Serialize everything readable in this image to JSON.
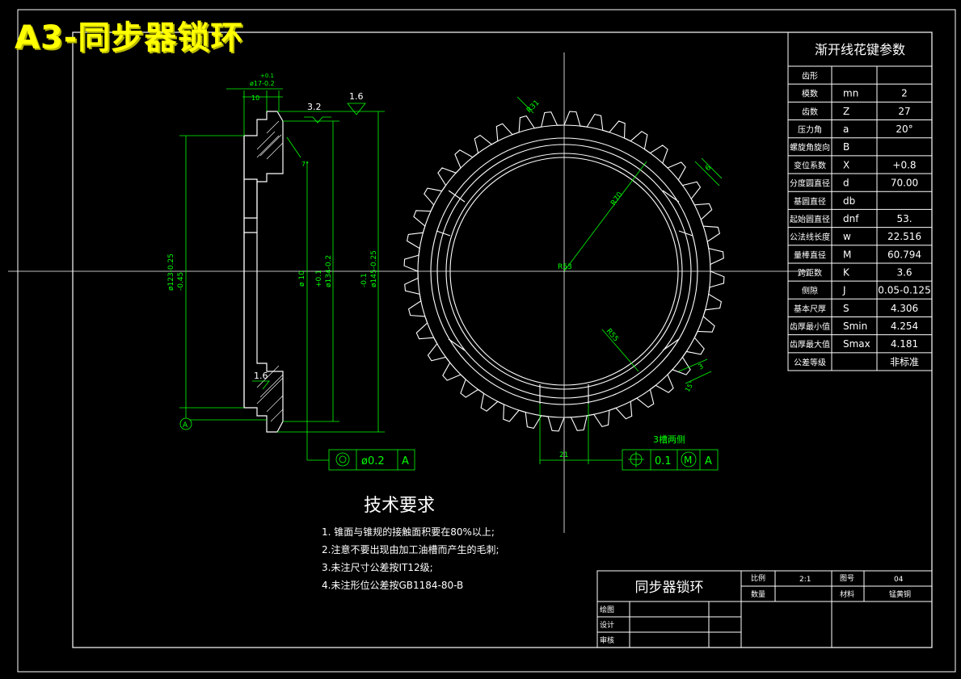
{
  "banner": "A3-同步器锁环",
  "colors": {
    "background": "#000000",
    "outline": "#ffffff",
    "dimension": "#00ff00",
    "banner": "#ffff00"
  },
  "spline_table": {
    "title": "渐开线花键参数",
    "rows": [
      {
        "label": "齿形",
        "symbol": "",
        "value": ""
      },
      {
        "label": "模数",
        "symbol": "mn",
        "value": "2"
      },
      {
        "label": "齿数",
        "symbol": "Z",
        "value": "27"
      },
      {
        "label": "压力角",
        "symbol": "a",
        "value": "20°"
      },
      {
        "label": "螺旋角旋向",
        "symbol": "B",
        "value": ""
      },
      {
        "label": "变位系数",
        "symbol": "X",
        "value": "+0.8"
      },
      {
        "label": "分度圆直径",
        "symbol": "d",
        "value": "70.00"
      },
      {
        "label": "基圆直径",
        "symbol": "db",
        "value": ""
      },
      {
        "label": "起始圆直径",
        "symbol": "dnf",
        "value": "53."
      },
      {
        "label": "公法线长度",
        "symbol": "w",
        "value": "22.516"
      },
      {
        "label": "量棒直径",
        "symbol": "M",
        "value": "60.794"
      },
      {
        "label": "跨距数",
        "symbol": "K",
        "value": "3.6"
      },
      {
        "label": "侧隙",
        "symbol": "J",
        "value": "0.05-0.125"
      },
      {
        "label": "基本尺厚",
        "symbol": "S",
        "value": "4.306"
      },
      {
        "label": "齿厚最小值",
        "symbol": "Smin",
        "value": "4.254"
      },
      {
        "label": "齿厚最大值",
        "symbol": "Smax",
        "value": "4.181"
      },
      {
        "label": "公差等级",
        "symbol": "",
        "value": "非标准"
      }
    ]
  },
  "tech_requirements": {
    "title": "技术要求",
    "items": [
      "1. 锥面与锥规的接触面积要在80%以上;",
      "2.注意不要出现由加工油槽而产生的毛刺;",
      "3.未注尺寸公差按IT12级;",
      "4.未注形位公差按GB1184-80-B"
    ]
  },
  "title_block": {
    "part_name": "同步器锁环",
    "scale_label": "比例",
    "scale_value": "2:1",
    "drawing_no_label": "图号",
    "drawing_no_value": "04",
    "qty_label": "数量",
    "material_label": "材料",
    "material_value": "锰黄铜",
    "draw_label": "绘图",
    "design_label": "设计",
    "review_label": "审核"
  },
  "section_view": {
    "dim_17": "ø17-0.2",
    "dim_17_tol": "+0.1",
    "dim_10": "10",
    "rough_32": "3.2",
    "rough_16_top": "1.6",
    "rough_16_bottom": "1.6",
    "angle_7": "7°",
    "dia_123": "ø123-0.25",
    "dia_123_tol": "-0.45",
    "dia_10": "ø 10",
    "dia_134": "ø134-0.2",
    "dia_134_tol": "+0.1",
    "dia_145": "ø145-0.25",
    "dia_145_tol": "-0.1",
    "datum": "A",
    "fcf_tol": "ø0.2",
    "fcf_datum": "A"
  },
  "front_view": {
    "r31": "R31",
    "r70": "R70",
    "r53": "R53",
    "r55": "R55",
    "dim_6": "6",
    "dim_3": "3",
    "dim_15": "15°",
    "dim_21": "21",
    "note_slots": "3槽两侧",
    "fcf_tol": "0.1",
    "fcf_mod": "M",
    "fcf_datum": "A"
  }
}
